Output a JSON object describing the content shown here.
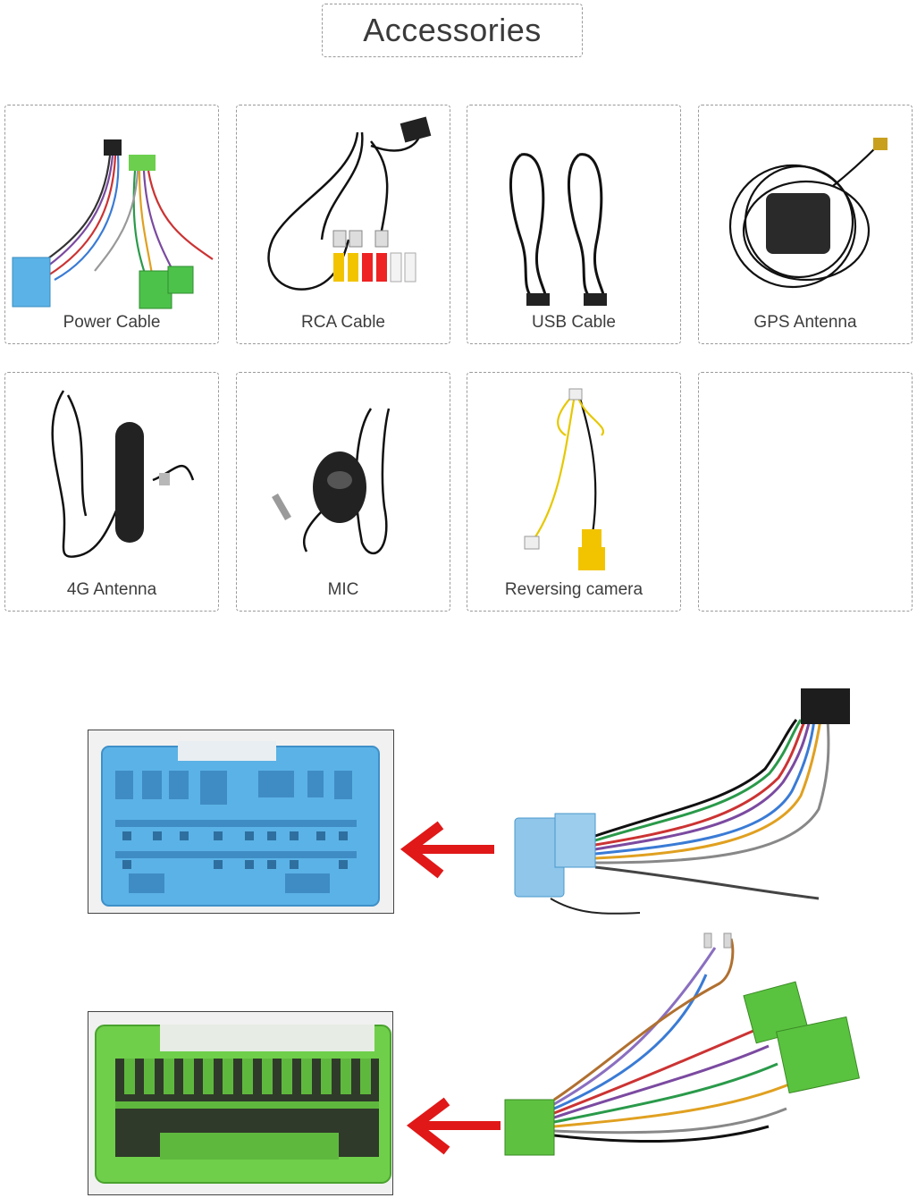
{
  "header": {
    "title": "Accessories"
  },
  "accessories": [
    {
      "label": "Power Cable",
      "icon": "power-cable-icon"
    },
    {
      "label": "RCA Cable",
      "icon": "rca-cable-icon"
    },
    {
      "label": "USB Cable",
      "icon": "usb-cable-icon"
    },
    {
      "label": "GPS Antenna",
      "icon": "gps-antenna-icon"
    },
    {
      "label": "4G Antenna",
      "icon": "4g-antenna-icon"
    },
    {
      "label": "MIC",
      "icon": "mic-icon"
    },
    {
      "label": "Reversing camera",
      "icon": "reversing-camera-icon"
    },
    {
      "label": "",
      "icon": ""
    }
  ],
  "colors": {
    "blue_connector": "#5bb2e6",
    "green_connector": "#6fcf4a",
    "arrow": "#e01818"
  }
}
